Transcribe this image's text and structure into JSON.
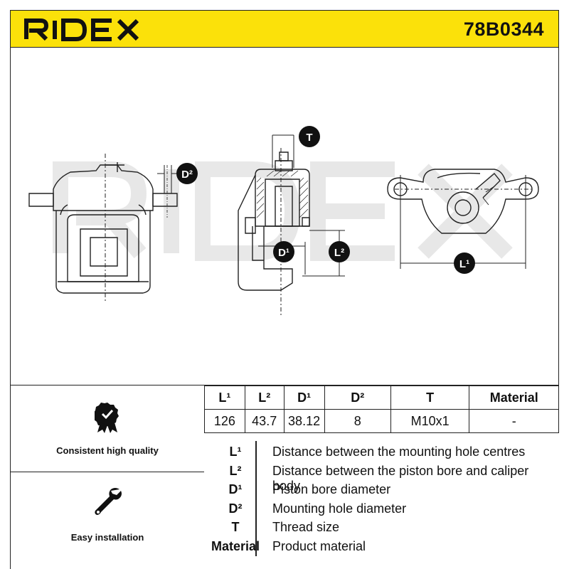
{
  "header": {
    "brand": "RIDEX",
    "part_number": "78B0344"
  },
  "diagram": {
    "labels": {
      "t": "T",
      "d2": "D²",
      "d1": "D¹",
      "l2": "L²",
      "l1": "L¹"
    },
    "watermark": "RIDEX"
  },
  "spec_table": {
    "headers": [
      "L¹",
      "L²",
      "D¹",
      "D²",
      "T",
      "Material"
    ],
    "values": [
      "126",
      "43.7",
      "38.12",
      "8",
      "M10x1",
      "-"
    ]
  },
  "legend": [
    {
      "key": "L¹",
      "desc": "Distance between the mounting hole centres"
    },
    {
      "key": "L²",
      "desc": "Distance between the piston bore and caliper body"
    },
    {
      "key": "D¹",
      "desc": "Piston bore diameter"
    },
    {
      "key": "D²",
      "desc": "Mounting hole diameter"
    },
    {
      "key": "T",
      "desc": "Thread size"
    },
    {
      "key": "Material",
      "desc": "Product material"
    }
  ],
  "features": {
    "quality": {
      "label": "Consistent high quality",
      "icon": "quality-badge-icon"
    },
    "install": {
      "label": "Easy installation",
      "icon": "wrench-icon"
    }
  },
  "colors": {
    "accent": "#fbe10a",
    "text": "#111111",
    "badge": "#111111"
  }
}
